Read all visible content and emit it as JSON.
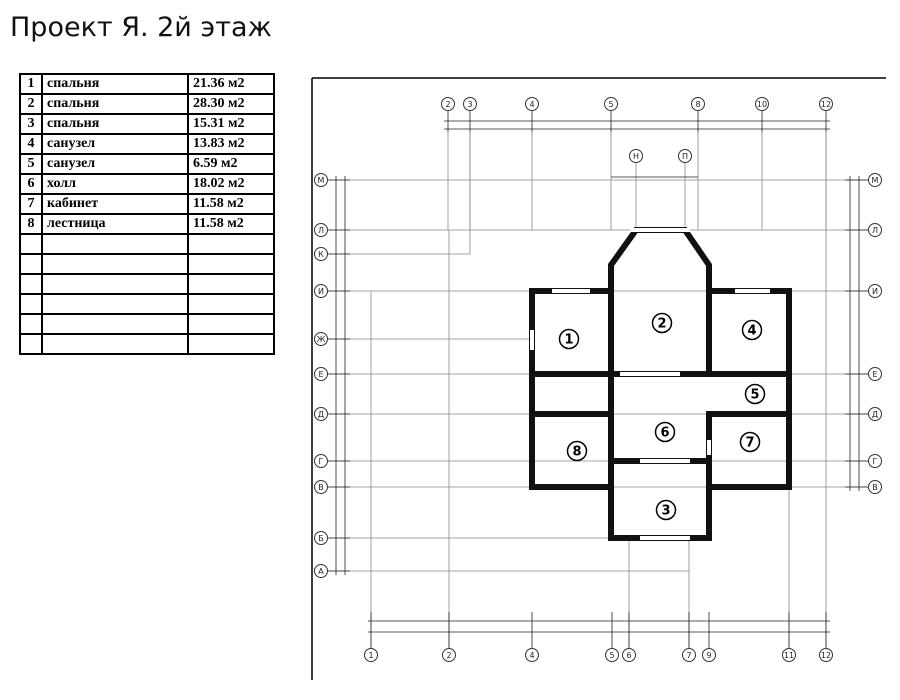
{
  "title": "Проект Я. 2й этаж",
  "rooms": [
    {
      "num": "1",
      "name": "спальня",
      "area": "21.36 м2"
    },
    {
      "num": "2",
      "name": "спальня",
      "area": "28.30 м2"
    },
    {
      "num": "3",
      "name": "спальня",
      "area": "15.31 м2"
    },
    {
      "num": "4",
      "name": "санузел",
      "area": "13.83 м2"
    },
    {
      "num": "5",
      "name": "санузел",
      "area": "6.59 м2"
    },
    {
      "num": "6",
      "name": "холл",
      "area": "18.02 м2"
    },
    {
      "num": "7",
      "name": "кабинет",
      "area": "11.58 м2"
    },
    {
      "num": "8",
      "name": "лестница",
      "area": "11.58 м2"
    },
    {
      "num": "",
      "name": "",
      "area": ""
    },
    {
      "num": "",
      "name": "",
      "area": ""
    },
    {
      "num": "",
      "name": "",
      "area": ""
    },
    {
      "num": "",
      "name": "",
      "area": ""
    },
    {
      "num": "",
      "name": "",
      "area": ""
    },
    {
      "num": "",
      "name": "",
      "area": ""
    }
  ],
  "plan": {
    "axis_top": [
      "2",
      "3",
      "4",
      "5",
      "8",
      "10",
      "12"
    ],
    "axis_bottom": [
      "1",
      "2",
      "4",
      "5",
      "6",
      "7",
      "9",
      "11",
      "12"
    ],
    "axis_upper_extra": [
      "Н",
      "П"
    ],
    "axis_left": [
      "М",
      "Л",
      "К",
      "И",
      "Ж",
      "Е",
      "Д",
      "Г",
      "В",
      "Б",
      "А"
    ],
    "axis_right": [
      "М",
      "Л",
      "И",
      "Е",
      "Д",
      "Г",
      "В"
    ],
    "room_labels": [
      "1",
      "2",
      "3",
      "4",
      "5",
      "6",
      "7",
      "8"
    ]
  }
}
